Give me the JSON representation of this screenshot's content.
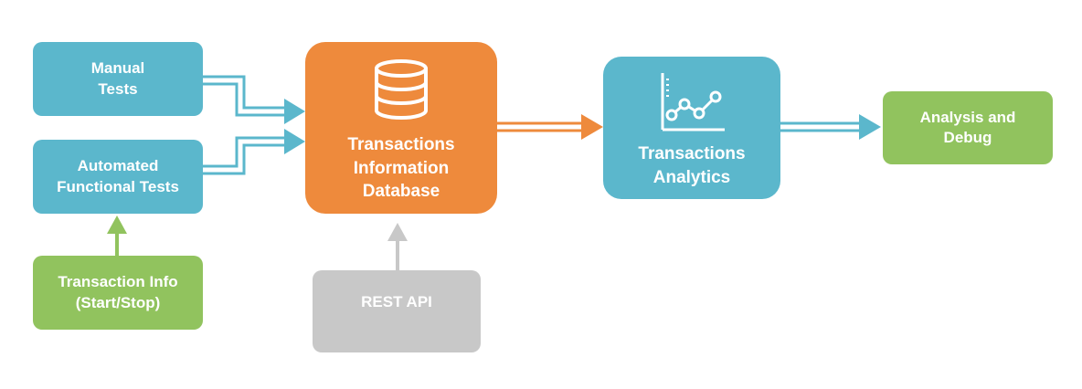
{
  "nodes": {
    "manual_tests": {
      "line1": "Manual",
      "line2": "Tests"
    },
    "automated_tests": {
      "line1": "Automated",
      "line2": "Functional Tests"
    },
    "transaction_info": {
      "line1": "Transaction Info",
      "line2": "(Start/Stop)"
    },
    "database": {
      "line1": "Transactions",
      "line2": "Information",
      "line3": "Database",
      "icon": "database-icon"
    },
    "rest_api": {
      "label": "REST API"
    },
    "analytics": {
      "line1": "Transactions",
      "line2": "Analytics",
      "icon": "line-chart-icon"
    },
    "analysis": {
      "line1": "Analysis and",
      "line2": "Debug"
    }
  },
  "colors": {
    "blue": "#5bb7cc",
    "green": "#91c35e",
    "orange": "#ee8a3c",
    "gray": "#c8c8c8"
  }
}
